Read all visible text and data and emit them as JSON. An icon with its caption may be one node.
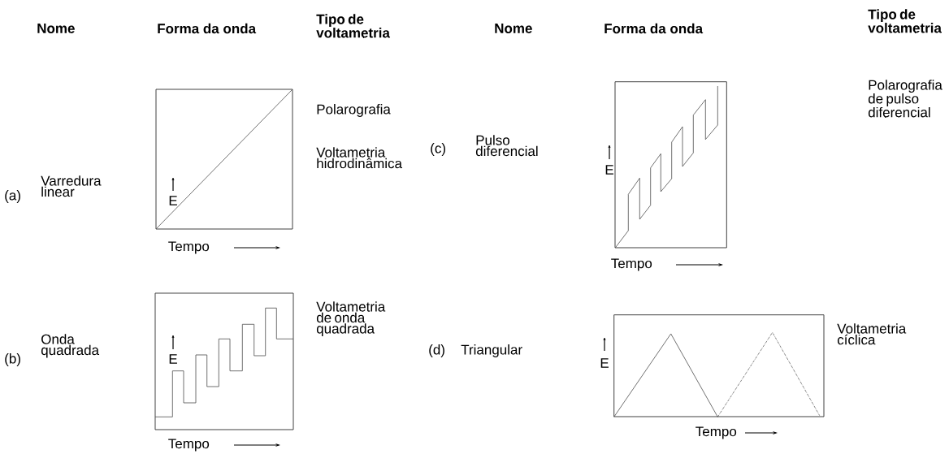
{
  "diagram": {
    "labels": [
      "Nome",
      "Forma da onda",
      "Tipo de voltametria",
      "Nome",
      "Forma da onda",
      "Tipo de voltametria",
      "(a)",
      "Varredura linear",
      "E",
      "Polarografia",
      "Voltametria hidrodinâmica",
      "Tempo",
      "(c)",
      "Pulso diferencial",
      "E",
      "Polarografia de pulso diferencial",
      "Tempo",
      "(b)",
      "Onda quadrada",
      "E",
      "Voltametria de onda quadrada",
      "Tempo",
      "(d)",
      "Triangular",
      "E",
      "Voltametria cíclica",
      "Tempo"
    ]
  }
}
